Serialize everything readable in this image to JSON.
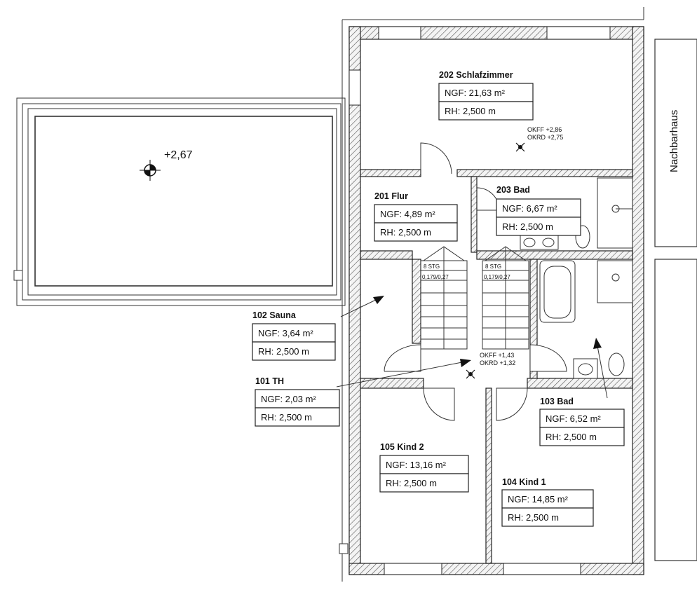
{
  "neighbor_label": "Nachbarhaus",
  "terrace": {
    "elevation": "+2,67"
  },
  "levels": [
    {
      "id": "upper",
      "okff": "OKFF +2,86",
      "okrd": "OKRD +2,75"
    },
    {
      "id": "lower",
      "okff": "OKFF +1,43",
      "okrd": "OKRD +1,32"
    }
  ],
  "stairs": [
    {
      "steps": "8 STG",
      "ratio": "0,179/0,27"
    },
    {
      "steps": "8 STG",
      "ratio": "0,179/0,27"
    }
  ],
  "rooms": [
    {
      "title": "202 Schlafzimmer",
      "ngf": "NGF:  21,63 m²",
      "rh": "RH:    2,500 m"
    },
    {
      "title": "201 Flur",
      "ngf": "NGF: 4,89 m²",
      "rh": "RH:  2,500 m"
    },
    {
      "title": "203 Bad",
      "ngf": "NGF: 6,67 m²",
      "rh": "RH:  2,500 m"
    },
    {
      "title": "102 Sauna",
      "ngf": "NGF: 3,64 m²",
      "rh": "RH:  2,500 m"
    },
    {
      "title": "101 TH",
      "ngf": "NGF: 2,03 m²",
      "rh": "RH:  2,500 m"
    },
    {
      "title": "103 Bad",
      "ngf": "NGF: 6,52 m²",
      "rh": "RH:  2,500 m"
    },
    {
      "title": "105 Kind 2",
      "ngf": "NGF: 13,16 m²",
      "rh": "RH:    2,500 m"
    },
    {
      "title": "104 Kind 1",
      "ngf": "NGF: 14,85 m²",
      "rh": "RH:    2,500 m"
    }
  ]
}
